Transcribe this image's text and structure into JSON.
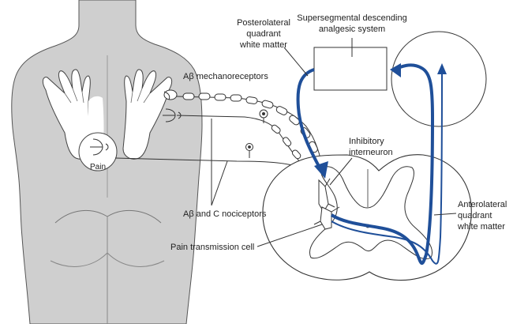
{
  "labels": {
    "supersegmental_line1": "Supersegmental descending",
    "supersegmental_line2": "analgesic system",
    "posterolateral_line1": "Posterolateral",
    "posterolateral_line2": "quadrant",
    "posterolateral_line3": "white matter",
    "a_beta_mechanoreceptors": "Aβ mechanoreceptors",
    "inhibitory_line1": "Inhibitory",
    "inhibitory_line2": "interneuron",
    "pain": "Pain",
    "anterolateral_line1": "Anterolateral",
    "anterolateral_line2": "quadrant",
    "anterolateral_line3": "white matter",
    "a_beta_c_nociceptors": "Aβ  and C nociceptors",
    "pain_transmission_cell": "Pain transmission cell"
  },
  "colors": {
    "pathway_blue": "#1f4f99",
    "body_gray": "#cfcfcf",
    "outline": "#444444"
  }
}
